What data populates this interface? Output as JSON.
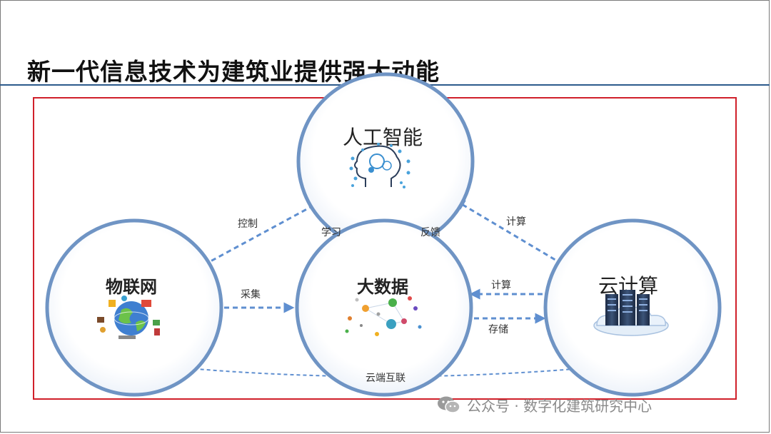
{
  "slide": {
    "title": "新一代信息技术为建筑业提供强大动能"
  },
  "nodes": {
    "ai": {
      "label": "人工智能",
      "icon": "brain-icon"
    },
    "iot": {
      "label": "物联网",
      "icon": "globe-devices-icon"
    },
    "bigdata": {
      "label": "大数据",
      "icon": "data-network-icon"
    },
    "cloud": {
      "label": "云计算",
      "icon": "server-cloud-icon"
    }
  },
  "edges": {
    "ai_to_iot": "控制",
    "bigdata_to_ai": "学习",
    "ai_to_bigdata": "反馈",
    "cloud_to_ai": "计算",
    "iot_to_bigdata": "采集",
    "cloud_to_bigdata": "计算",
    "bigdata_to_cloud": "存储",
    "iot_cloud": "云端互联"
  },
  "watermark": {
    "text": "公众号 · 数字化建筑研究中心",
    "icon": "wechat-icon"
  },
  "colors": {
    "circle_stroke": "#6f94c4",
    "arrow": "#5f8fd0",
    "frame": "#d0202a",
    "title_rule": "#2c5a8c"
  }
}
